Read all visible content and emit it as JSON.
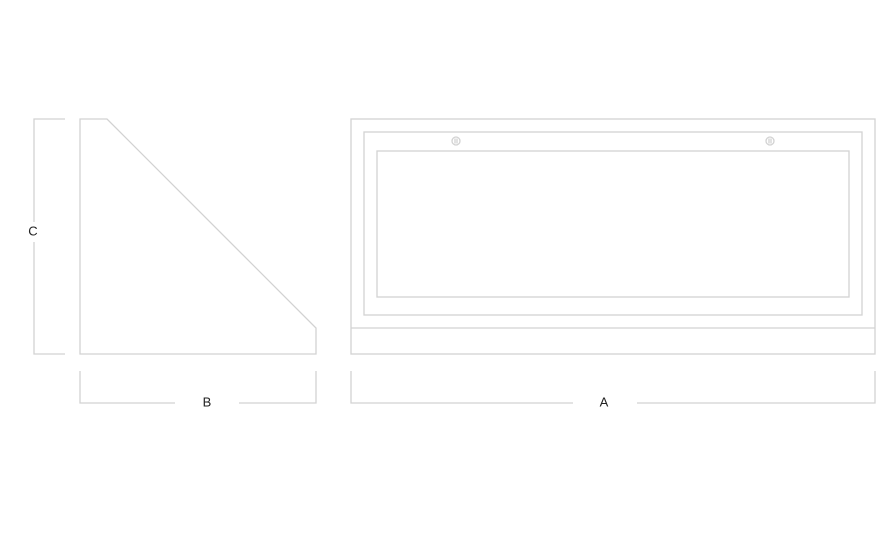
{
  "dimensions": {
    "width_label": "A",
    "depth_label": "B",
    "height_label": "C"
  },
  "colors": {
    "line": "#d2d2d2",
    "text": "#222222"
  }
}
